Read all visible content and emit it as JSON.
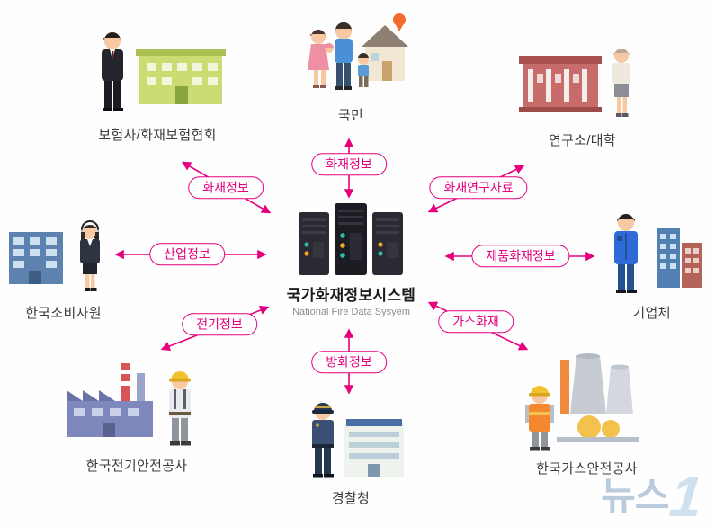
{
  "colors": {
    "accent": "#e6007e",
    "label_text": "#3c3c3c",
    "watermark": "#b9cbdd"
  },
  "center": {
    "title": "국가화재정보시스템",
    "subtitle": "National Fire Data Sysyem"
  },
  "nodes": [
    {
      "id": "citizens",
      "label": "국민"
    },
    {
      "id": "insurance",
      "label": "보험사/화재보험협회"
    },
    {
      "id": "research",
      "label": "연구소/대학"
    },
    {
      "id": "consumer",
      "label": "한국소비자원"
    },
    {
      "id": "business",
      "label": "기업체"
    },
    {
      "id": "electric",
      "label": "한국전기안전공사"
    },
    {
      "id": "police",
      "label": "경찰청"
    },
    {
      "id": "gas",
      "label": "한국가스안전공사"
    }
  ],
  "links": [
    {
      "id": "fire-info-top",
      "label": "화재정보"
    },
    {
      "id": "fire-info-top-left",
      "label": "화재정보"
    },
    {
      "id": "fire-research-data",
      "label": "화재연구자료"
    },
    {
      "id": "industry-info",
      "label": "산업정보"
    },
    {
      "id": "product-fire-info",
      "label": "제품화재정보"
    },
    {
      "id": "electric-info",
      "label": "전기정보"
    },
    {
      "id": "arson-info",
      "label": "방화정보"
    },
    {
      "id": "gas-fire",
      "label": "가스화재"
    }
  ],
  "watermark": {
    "text": "뉴스",
    "one": "1"
  }
}
